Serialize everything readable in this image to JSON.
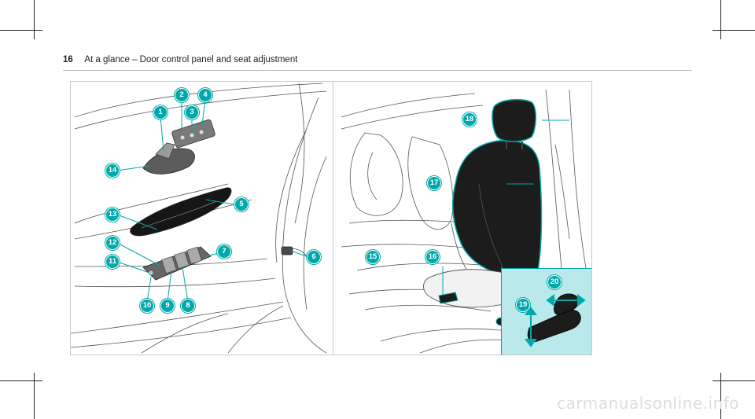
{
  "header": {
    "page_number": "16",
    "title": "At a glance – Door control panel and seat adjustment"
  },
  "callouts": {
    "c1": "1",
    "c2": "2",
    "c3": "3",
    "c4": "4",
    "c5": "5",
    "c6": "6",
    "c7": "7",
    "c8": "8",
    "c9": "9",
    "c10": "10",
    "c11": "11",
    "c12": "12",
    "c13": "13",
    "c14": "14",
    "c15": "15",
    "c16": "16",
    "c17": "17",
    "c18": "18",
    "c19": "19",
    "c20": "20"
  },
  "colors": {
    "accent": "#00a8ab",
    "inset_background": "#b9e9ea",
    "seat_fill": "#1c1c1c"
  },
  "watermark": "carmanualsonline.info"
}
